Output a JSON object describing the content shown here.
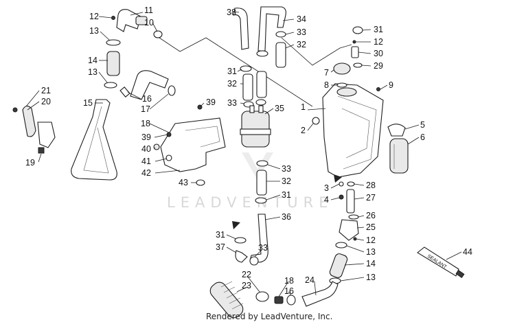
{
  "watermark": "LEADVENTURE",
  "footer": "Rendered by LeadVenture, Inc.",
  "sealant_label": "SEALANT",
  "colors": {
    "line": "#1a1a1a",
    "watermark": "#d8d8d8",
    "background": "#ffffff"
  },
  "callouts": [
    "1",
    "2",
    "3",
    "4",
    "5",
    "6",
    "7",
    "8",
    "9",
    "10",
    "11",
    "12",
    "13",
    "14",
    "15",
    "16",
    "17",
    "18",
    "19",
    "20",
    "21",
    "22",
    "23",
    "24",
    "25",
    "26",
    "27",
    "28",
    "29",
    "30",
    "31",
    "32",
    "33",
    "34",
    "35",
    "36",
    "37",
    "38",
    "39",
    "40",
    "41",
    "42",
    "43",
    "44"
  ],
  "labels": [
    {
      "id": "c11a",
      "text": "11"
    },
    {
      "id": "c12a",
      "text": "12"
    },
    {
      "id": "c10a",
      "text": "10"
    },
    {
      "id": "c13a",
      "text": "13"
    },
    {
      "id": "c14a",
      "text": "14"
    },
    {
      "id": "c13b",
      "text": "13"
    },
    {
      "id": "c21a",
      "text": "21"
    },
    {
      "id": "c20a",
      "text": "20"
    },
    {
      "id": "c15a",
      "text": "15"
    },
    {
      "id": "c16a",
      "text": "16"
    },
    {
      "id": "c17a",
      "text": "17"
    },
    {
      "id": "c18a",
      "text": "18"
    },
    {
      "id": "c19a",
      "text": "19"
    },
    {
      "id": "c38a",
      "text": "38"
    },
    {
      "id": "c34a",
      "text": "34"
    },
    {
      "id": "c33a",
      "text": "33"
    },
    {
      "id": "c32a",
      "text": "32"
    },
    {
      "id": "c31a",
      "text": "31"
    },
    {
      "id": "c12b",
      "text": "12"
    },
    {
      "id": "c30a",
      "text": "30"
    },
    {
      "id": "c29a",
      "text": "29"
    },
    {
      "id": "c7a",
      "text": "7"
    },
    {
      "id": "c8a",
      "text": "8"
    },
    {
      "id": "c9a",
      "text": "9"
    },
    {
      "id": "c31b",
      "text": "31"
    },
    {
      "id": "c32b",
      "text": "32"
    },
    {
      "id": "c33b",
      "text": "33"
    },
    {
      "id": "c35a",
      "text": "35"
    },
    {
      "id": "c39a",
      "text": "39"
    },
    {
      "id": "c39b",
      "text": "39"
    },
    {
      "id": "c40a",
      "text": "40"
    },
    {
      "id": "c41a",
      "text": "41"
    },
    {
      "id": "c42a",
      "text": "42"
    },
    {
      "id": "c43a",
      "text": "43"
    },
    {
      "id": "c33c",
      "text": "33"
    },
    {
      "id": "c32c",
      "text": "32"
    },
    {
      "id": "c31c",
      "text": "31"
    },
    {
      "id": "c36a",
      "text": "36"
    },
    {
      "id": "c31d",
      "text": "31"
    },
    {
      "id": "c37a",
      "text": "37"
    },
    {
      "id": "c33d",
      "text": "33"
    },
    {
      "id": "c1a",
      "text": "1"
    },
    {
      "id": "c2a",
      "text": "2"
    },
    {
      "id": "c5a",
      "text": "5"
    },
    {
      "id": "c6a",
      "text": "6"
    },
    {
      "id": "c3a",
      "text": "3"
    },
    {
      "id": "c4a",
      "text": "4"
    },
    {
      "id": "c28a",
      "text": "28"
    },
    {
      "id": "c27a",
      "text": "27"
    },
    {
      "id": "c26a",
      "text": "26"
    },
    {
      "id": "c25a",
      "text": "25"
    },
    {
      "id": "c12c",
      "text": "12"
    },
    {
      "id": "c13c",
      "text": "13"
    },
    {
      "id": "c14b",
      "text": "14"
    },
    {
      "id": "c13d",
      "text": "13"
    },
    {
      "id": "c44a",
      "text": "44"
    },
    {
      "id": "c22a",
      "text": "22"
    },
    {
      "id": "c23a",
      "text": "23"
    },
    {
      "id": "c18b",
      "text": "18"
    },
    {
      "id": "c16b",
      "text": "16"
    },
    {
      "id": "c24a",
      "text": "24"
    }
  ]
}
